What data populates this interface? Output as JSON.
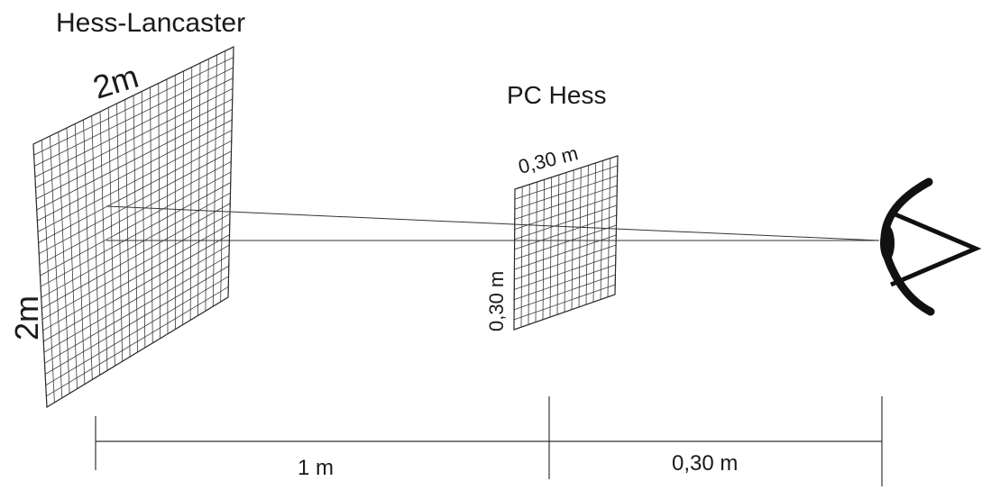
{
  "labels": {
    "large_screen_title": "Hess-Lancaster",
    "large_screen_width": "2m",
    "large_screen_height": "2m",
    "small_screen_title": "PC Hess",
    "small_screen_width": "0,30 m",
    "small_screen_height": "0,30 m",
    "distance_screen_to_pc": "1 m",
    "distance_pc_to_eye": "0,30 m"
  },
  "grids": {
    "large_cells": 24,
    "small_cells": 14
  },
  "colors": {
    "ink": "#1a1a1a",
    "background": "#ffffff"
  },
  "icons": {
    "eye": "eye-icon"
  }
}
